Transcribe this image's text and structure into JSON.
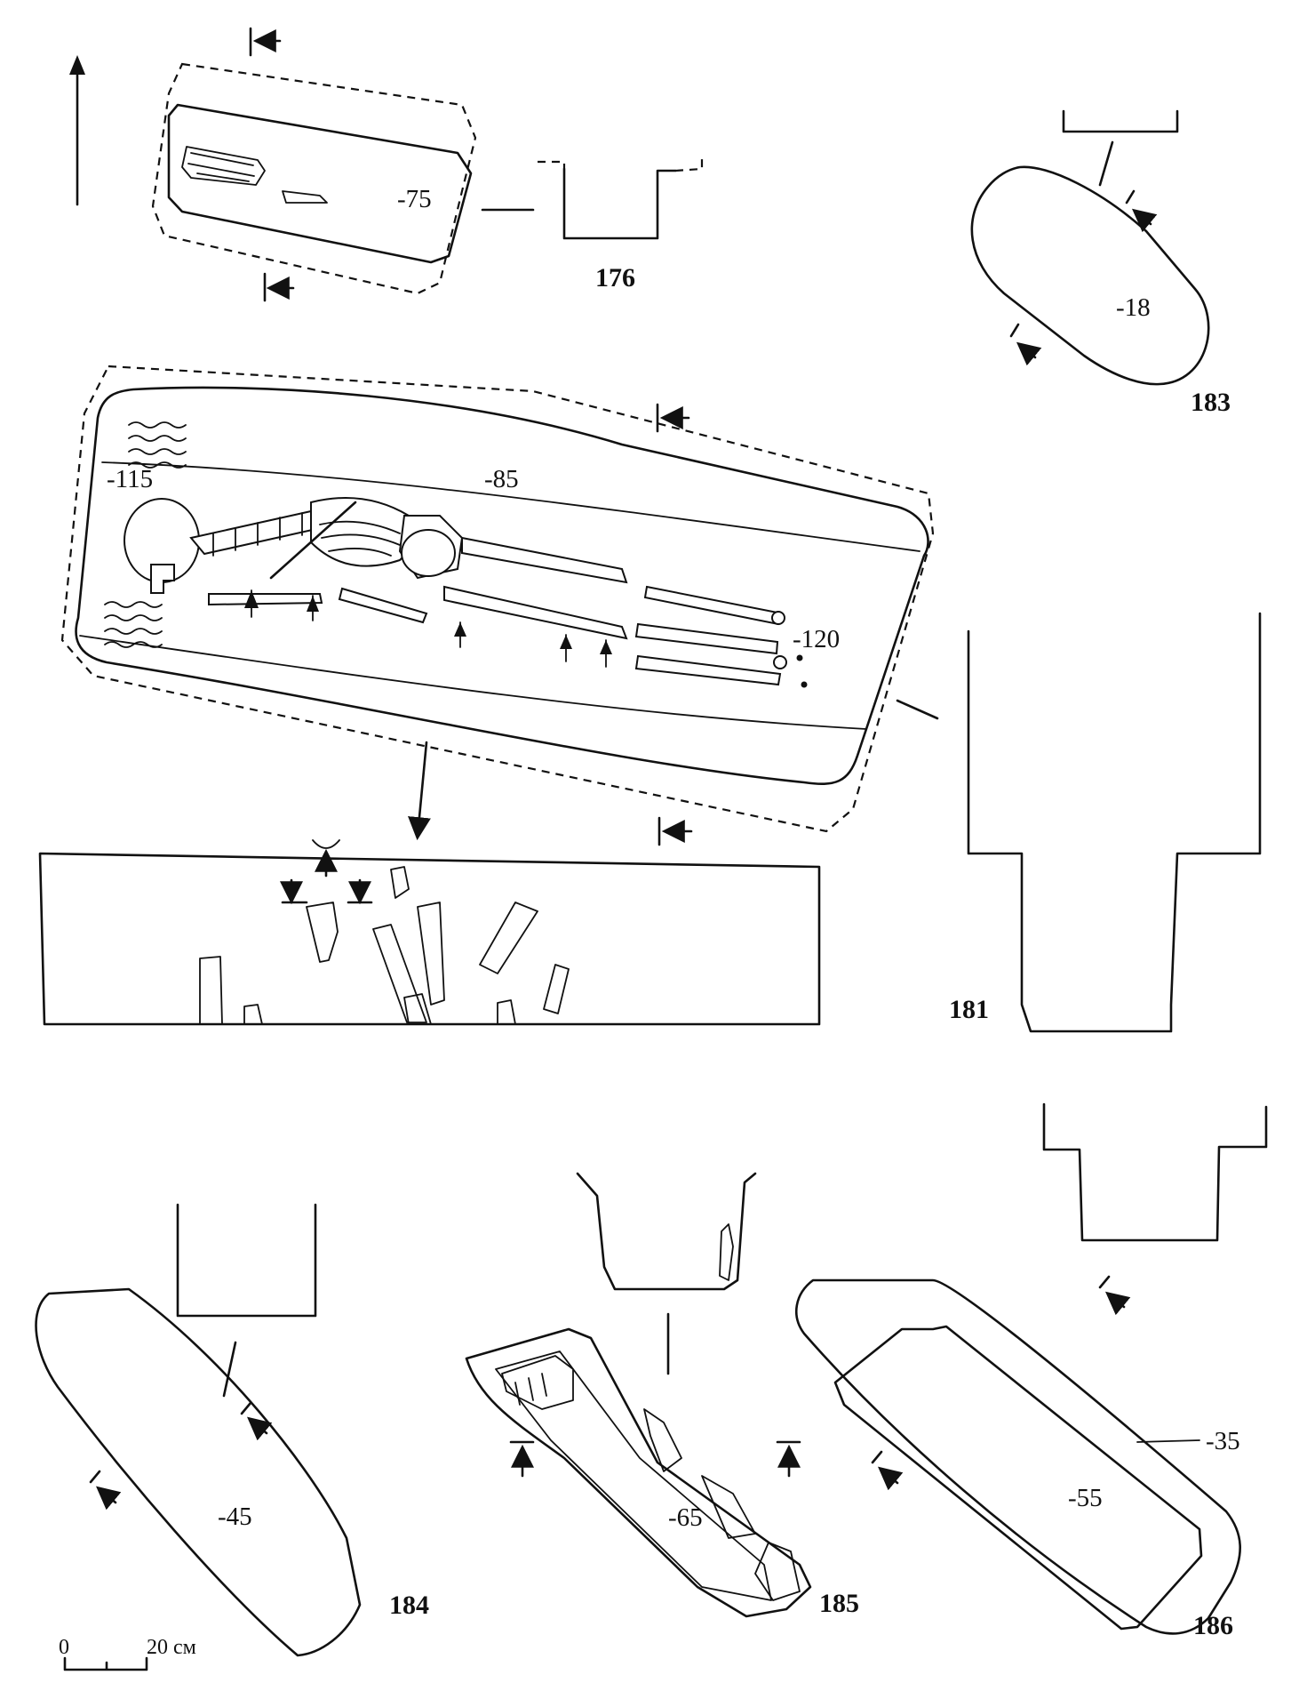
{
  "plate": {
    "graves": [
      {
        "id": "176",
        "depths": [
          "-75"
        ]
      },
      {
        "id": "181",
        "depths": [
          "-115",
          "-85",
          "-120"
        ]
      },
      {
        "id": "183",
        "depths": [
          "-18"
        ]
      },
      {
        "id": "184",
        "depths": [
          "-45"
        ]
      },
      {
        "id": "185",
        "depths": [
          "-65"
        ]
      },
      {
        "id": "186",
        "depths": [
          "-35",
          "-55"
        ]
      }
    ],
    "scale_bar": {
      "start": "0",
      "end": "20 см"
    },
    "icons": [
      "north-arrow-icon",
      "section-arrow-icon"
    ]
  }
}
